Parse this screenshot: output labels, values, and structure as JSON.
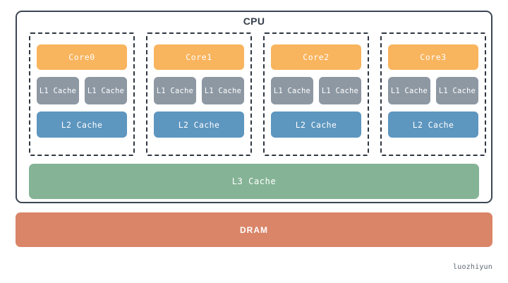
{
  "diagram": {
    "title": "CPU",
    "colors": {
      "cpu_border": "#3c4654",
      "core": "#f9b45e",
      "l1": "#8d98a3",
      "l2": "#5d96bf",
      "l3": "#85b396",
      "dram": "#da8568",
      "background": "#ffffff",
      "label_text": "#ffffff",
      "title_text": "#333d4a",
      "watermark_text": "#5d6671"
    },
    "core_groups": [
      {
        "core_label": "Core0",
        "l1_labels": [
          "L1 Cache",
          "L1 Cache"
        ],
        "l2_label": "L2 Cache"
      },
      {
        "core_label": "Core1",
        "l1_labels": [
          "L1 Cache",
          "L1 Cache"
        ],
        "l2_label": "L2 Cache"
      },
      {
        "core_label": "Core2",
        "l1_labels": [
          "L1 Cache",
          "L1 Cache"
        ],
        "l2_label": "L2 Cache"
      },
      {
        "core_label": "Core3",
        "l1_labels": [
          "L1 Cache",
          "L1 Cache"
        ],
        "l2_label": "L2 Cache"
      }
    ],
    "l3_label": "L3 Cache",
    "dram_label": "DRAM",
    "watermark": "luozhiyun"
  }
}
